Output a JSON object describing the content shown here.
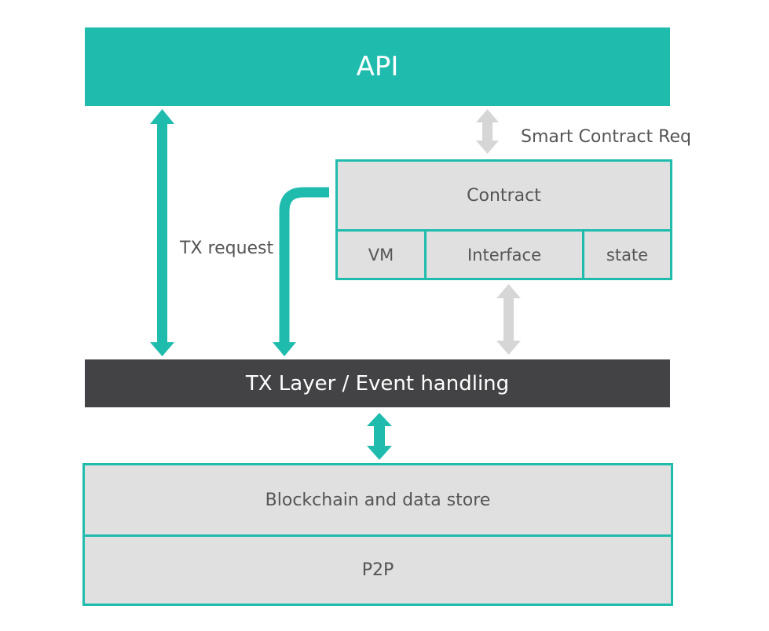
{
  "diagram": {
    "api": {
      "label": "API"
    },
    "contract": {
      "title": "Contract",
      "cells": [
        "VM",
        "Interface",
        "state"
      ]
    },
    "tx_layer": {
      "label": "TX Layer / Event handling"
    },
    "storage": {
      "blockchain": "Blockchain and data store",
      "p2p": "P2P"
    },
    "connectors": {
      "smart_contract_req": "Smart Contract Req",
      "tx_request": "TX request"
    }
  },
  "colors": {
    "accent": "#1fbcae",
    "dark_bar": "#434345",
    "panel_fill": "#e0e0e0",
    "arrow_gray": "#d6d6d6",
    "text": "#555555"
  }
}
